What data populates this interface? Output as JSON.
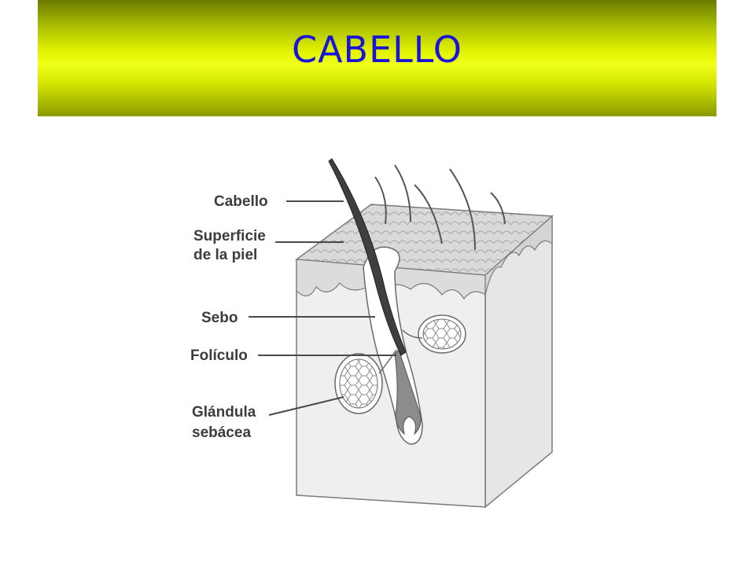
{
  "slide": {
    "title": "CABELLO"
  },
  "diagram": {
    "labels": {
      "hair": "Cabello",
      "skin_surface_line1": "Superficie",
      "skin_surface_line2": "de la piel",
      "sebum": "Sebo",
      "follicle": "Folículo",
      "gland_line1": "Glándula",
      "gland_line2": "sebácea"
    }
  }
}
